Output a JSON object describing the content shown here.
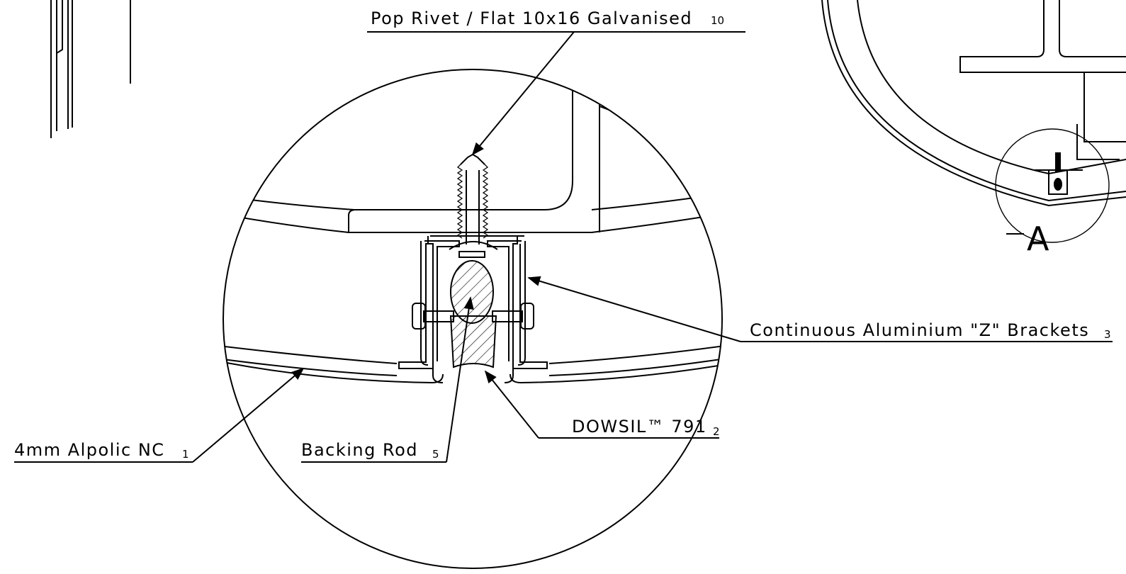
{
  "callouts": {
    "rivet": {
      "text": "Pop Rivet / Flat 10x16 Galvanised",
      "num": "10"
    },
    "brackets": {
      "text": "Continuous Aluminium \"Z\" Brackets",
      "num": "3"
    },
    "sealant": {
      "text": "DOWSIL™ 791",
      "num": "2"
    },
    "alpolic": {
      "text": "4mm Alpolic NC",
      "num": "1"
    },
    "backing": {
      "text": "Backing Rod",
      "num": "5"
    }
  },
  "detail": {
    "label": "A"
  }
}
